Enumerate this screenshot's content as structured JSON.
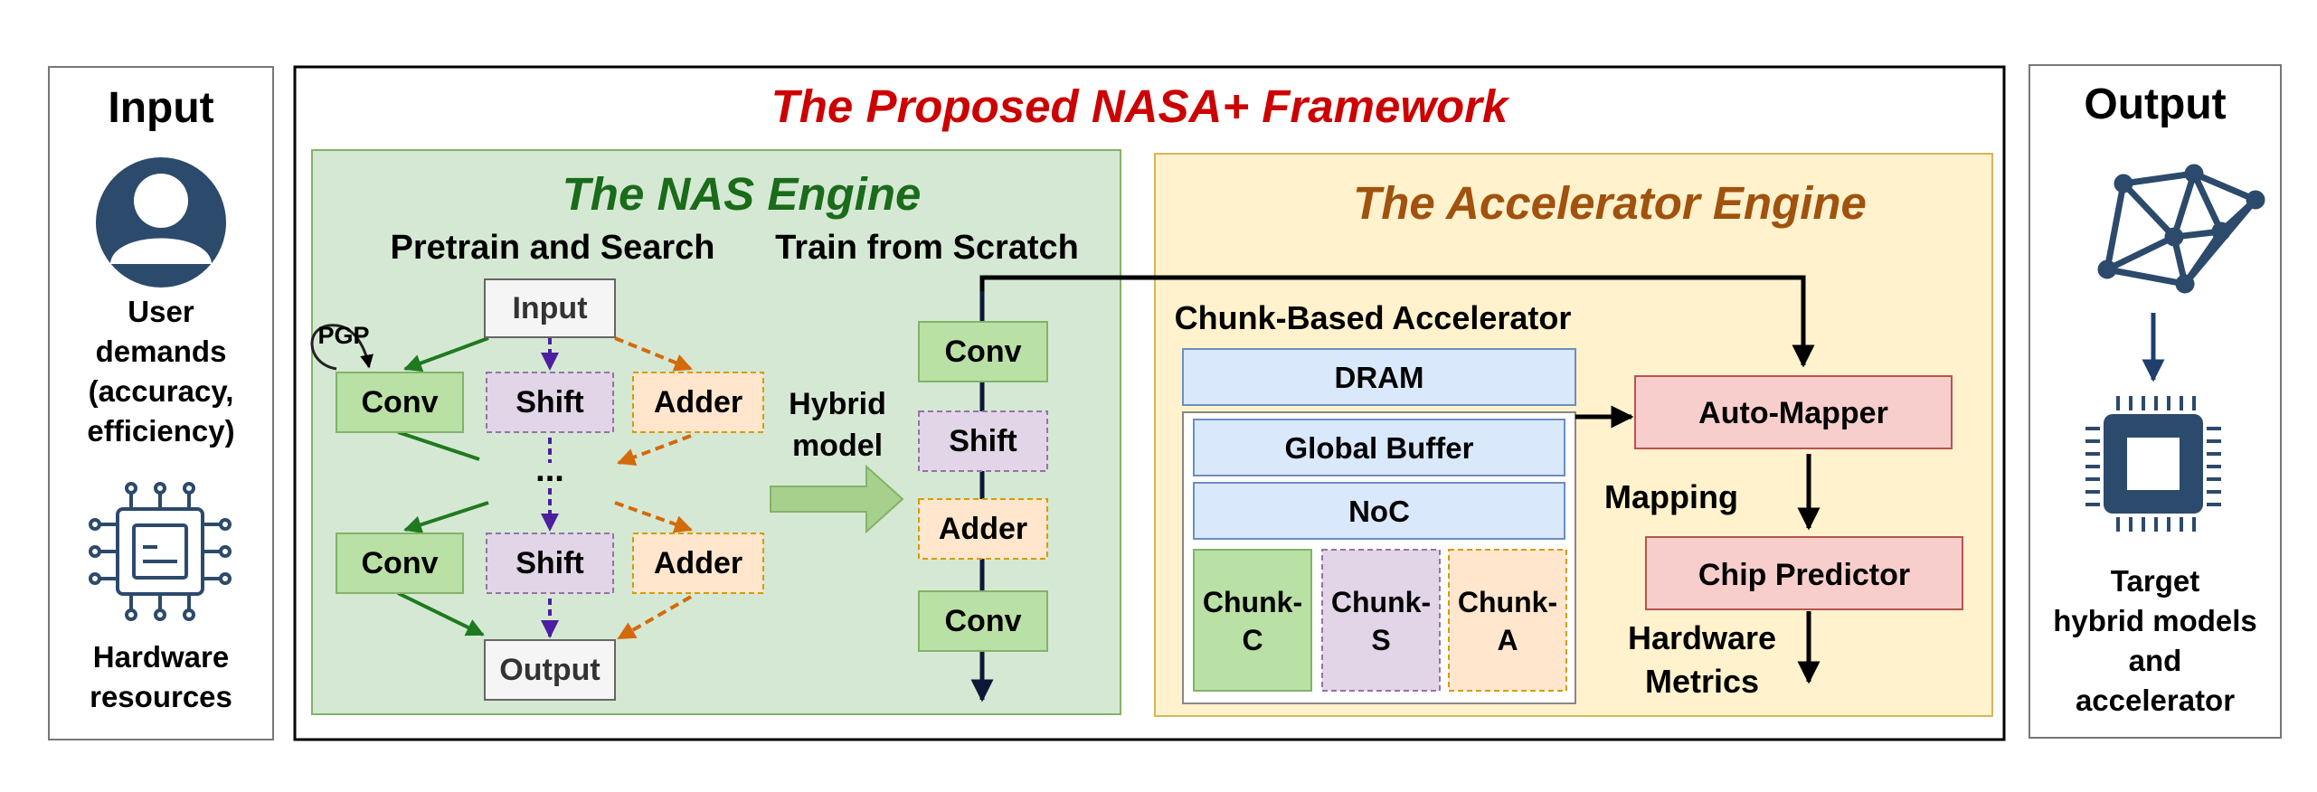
{
  "input_panel": {
    "title": "Input",
    "user_lines": [
      "User",
      "demands",
      "(accuracy,",
      "efficiency)"
    ],
    "hw_lines": [
      "Hardware",
      "resources"
    ]
  },
  "framework": {
    "title": "The Proposed NASA+ Framework"
  },
  "nas_engine": {
    "title": "The NAS Engine",
    "col1_header": "Pretrain and Search",
    "col2_header": "Train from Scratch",
    "input_label": "Input",
    "output_label": "Output",
    "pgp_label": "PGP",
    "conv_label": "Conv",
    "shift_label": "Shift",
    "adder_label": "Adder",
    "ellipsis": "...",
    "hybrid_lines": [
      "Hybrid",
      "model"
    ],
    "stack": [
      "Conv",
      "Shift",
      "Adder",
      "Conv"
    ]
  },
  "accelerator_engine": {
    "title": "The Accelerator Engine",
    "subtitle": "Chunk-Based Accelerator",
    "dram": "DRAM",
    "global_buffer": "Global Buffer",
    "noc": "NoC",
    "chunk_c": [
      "Chunk-",
      "C"
    ],
    "chunk_s": [
      "Chunk-",
      "S"
    ],
    "chunk_a": [
      "Chunk-",
      "A"
    ],
    "auto_mapper": "Auto-Mapper",
    "mapping": "Mapping",
    "chip_predictor": "Chip Predictor",
    "hw_metrics": [
      "Hardware",
      "Metrics"
    ]
  },
  "output_panel": {
    "title": "Output",
    "lines": [
      "Target",
      "hybrid models",
      "and",
      "accelerator"
    ]
  },
  "colors": {
    "title_red": "#cc0000",
    "nas_green": "#1a6b1a",
    "accel_orange": "#a0520e",
    "nas_bg": "#d5e8d4",
    "accel_bg": "#fff2cc",
    "conv_fill": "#b9e0a5",
    "shift_fill": "#e1d5e7",
    "adder_fill": "#ffe6cc",
    "blue_fill": "#dae8fc",
    "pink_fill": "#f8cecc",
    "icon_navy": "#2c4a6b",
    "purple_arrow": "#4c1fa0",
    "orange_arrow": "#d46a0a",
    "green_arrow": "#1f7a1f"
  }
}
